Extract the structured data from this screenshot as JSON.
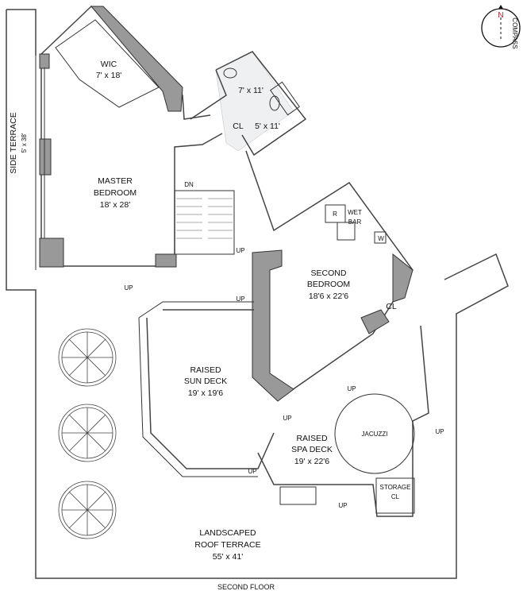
{
  "plan": {
    "floor_label": "SECOND FLOOR",
    "compass": {
      "north": "N",
      "label": "COMPASS",
      "north_color": "#e0202a"
    },
    "rooms": {
      "side_terrace": {
        "name": "SIDE TERRACE",
        "size": "5' x 38'"
      },
      "wic": {
        "name": "WIC",
        "size": "7' x 18'"
      },
      "bath1": {
        "size": "7' x 11'"
      },
      "bath2": {
        "closet": "CL",
        "size": "5' x 11'"
      },
      "master": {
        "name1": "MASTER",
        "name2": "BEDROOM",
        "size": "18' x 28'"
      },
      "second": {
        "name1": "SECOND",
        "name2": "BEDROOM",
        "size": "18'6 x 22'6",
        "closet": "CL",
        "fridge": "R",
        "washer": "W",
        "wetbar1": "WET",
        "wetbar2": "BAR"
      },
      "sun_deck": {
        "name1": "RAISED",
        "name2": "SUN DECK",
        "size": "19' x 19'6"
      },
      "spa_deck": {
        "name1": "RAISED",
        "name2": "SPA DECK",
        "size": "19' x 22'6",
        "jacuzzi": "JACUZZI"
      },
      "storage": {
        "name1": "STORAGE",
        "name2": "CL"
      },
      "roof_terrace": {
        "name1": "LANDSCAPED",
        "name2": "ROOF TERRACE",
        "size": "55' x 41'"
      }
    },
    "stairs": {
      "down": "DN",
      "up": "UP"
    }
  }
}
